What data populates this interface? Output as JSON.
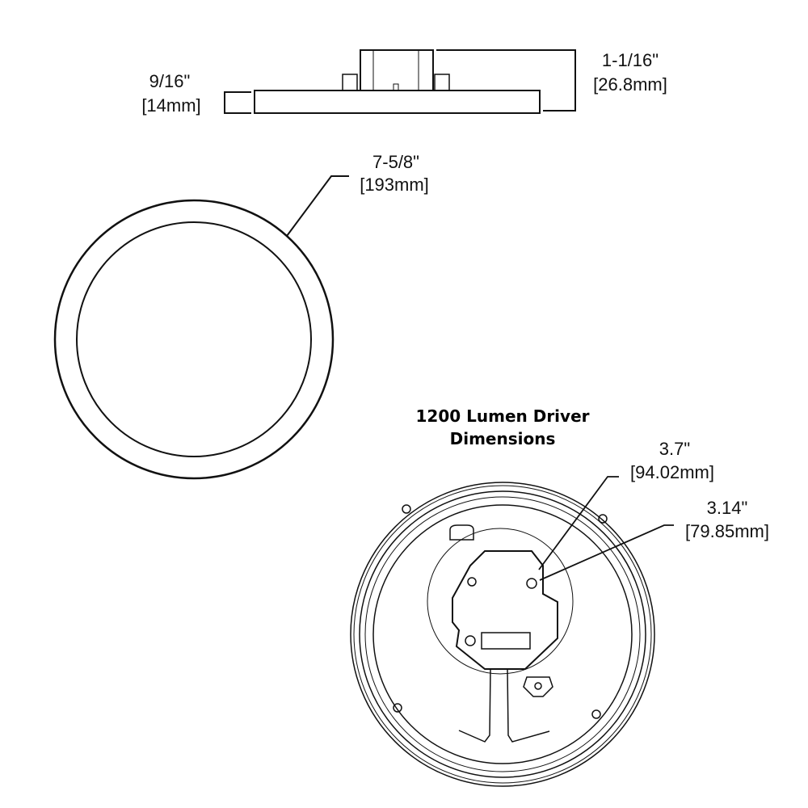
{
  "side_view": {
    "plate_height_in": "9/16\"",
    "plate_height_mm": "[14mm]",
    "total_height_in": "1-1/16\"",
    "total_height_mm": "[26.8mm]"
  },
  "front_view": {
    "diameter_in": "7-5/8\"",
    "diameter_mm": "[193mm]"
  },
  "driver_view": {
    "title_line1": "1200 Lumen Driver",
    "title_line2": "Dimensions",
    "dim1_in": "3.7\"",
    "dim1_mm": "[94.02mm]",
    "dim2_in": "3.14\"",
    "dim2_mm": "[79.85mm]"
  }
}
